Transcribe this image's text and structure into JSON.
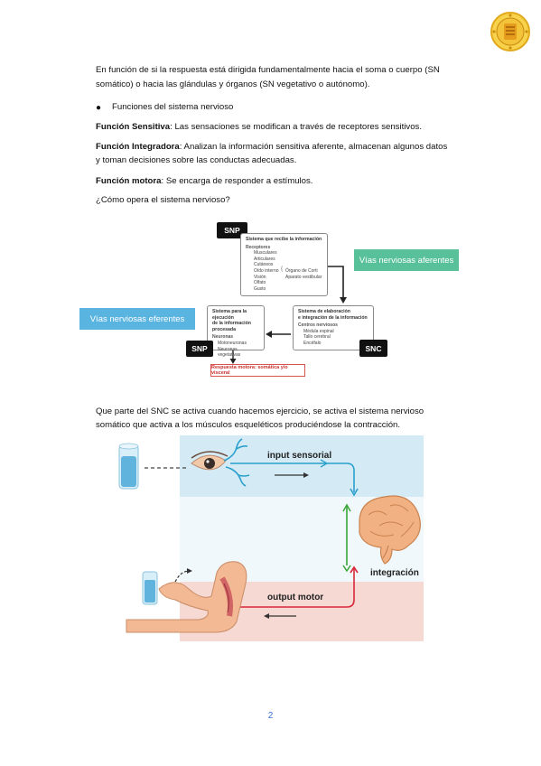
{
  "page": {
    "para_intro_1": "En función de si la respuesta está dirigida fundamentalmente hacia el soma o cuerpo (SN",
    "para_intro_2": "somático) o hacia las glándulas y órganos (SN vegetativo o autónomo).",
    "bullet_functions": "Funciones del sistema nervioso",
    "sensitive_term": "Función Sensitiva",
    "sensitive_text": ": Las sensaciones se modifican a través de receptores sensitivos.",
    "integrative_term": "Función Integradora",
    "integrative_text_1": ": Analizan la información sensitiva aferente, almacenan algunos datos",
    "integrative_text_2": "y toman decisiones sobre las conductas adecuadas.",
    "motor_term": "Función motora",
    "motor_text": ": Se encarga de responder a estímulos.",
    "question": "¿Cómo opera el sistema nervioso?",
    "snc_para_1": "Que parte del SNC se activa cuando hacemos ejercicio, se activa el sistema nervioso",
    "snc_para_2": "somático que activa a los músculos esqueléticos produciéndose la contracción.",
    "page_number": "2"
  },
  "diagram1": {
    "snp_top": "SNP",
    "box1_title": "Sistema que recibe la información",
    "box1_head": "Receptores",
    "box1_items": [
      "Musculares",
      "Articulares",
      "Cutáneos",
      "Oído interno",
      "Visión",
      "Olfato",
      "Gusto"
    ],
    "box1_side": [
      "Órgano de Corti",
      "Aparato vestibular"
    ],
    "afferent": "Vías nerviosas aferentes",
    "efferent": "Vías nerviosas eferentes",
    "box2_title_1": "Sistema para la ejecución",
    "box2_title_2": "de la información procesada",
    "box2_head": "Neuronas",
    "box2_items": [
      "Motoneuronas",
      "Neuronas vegetativas"
    ],
    "box3_title_1": "Sistema de elaboración",
    "box3_title_2": "e integración de la información",
    "box3_head": "Centros nerviosos",
    "box3_items": [
      "Médula espinal",
      "Tallo cerebral",
      "Encéfalo"
    ],
    "snp_bottom": "SNP",
    "snc": "SNC",
    "response": "Respuesta motora: somática y/o visceral"
  },
  "diagram2": {
    "input_label": "input sensorial",
    "integration_label": "integración",
    "output_label": "output motor"
  },
  "colors": {
    "afferent_pill": "#58c19a",
    "efferent_pill": "#5ab4e0",
    "sensory_line": "#2aa0cc",
    "integration_line": "#3aa63a",
    "motor_line": "#d8283a"
  }
}
